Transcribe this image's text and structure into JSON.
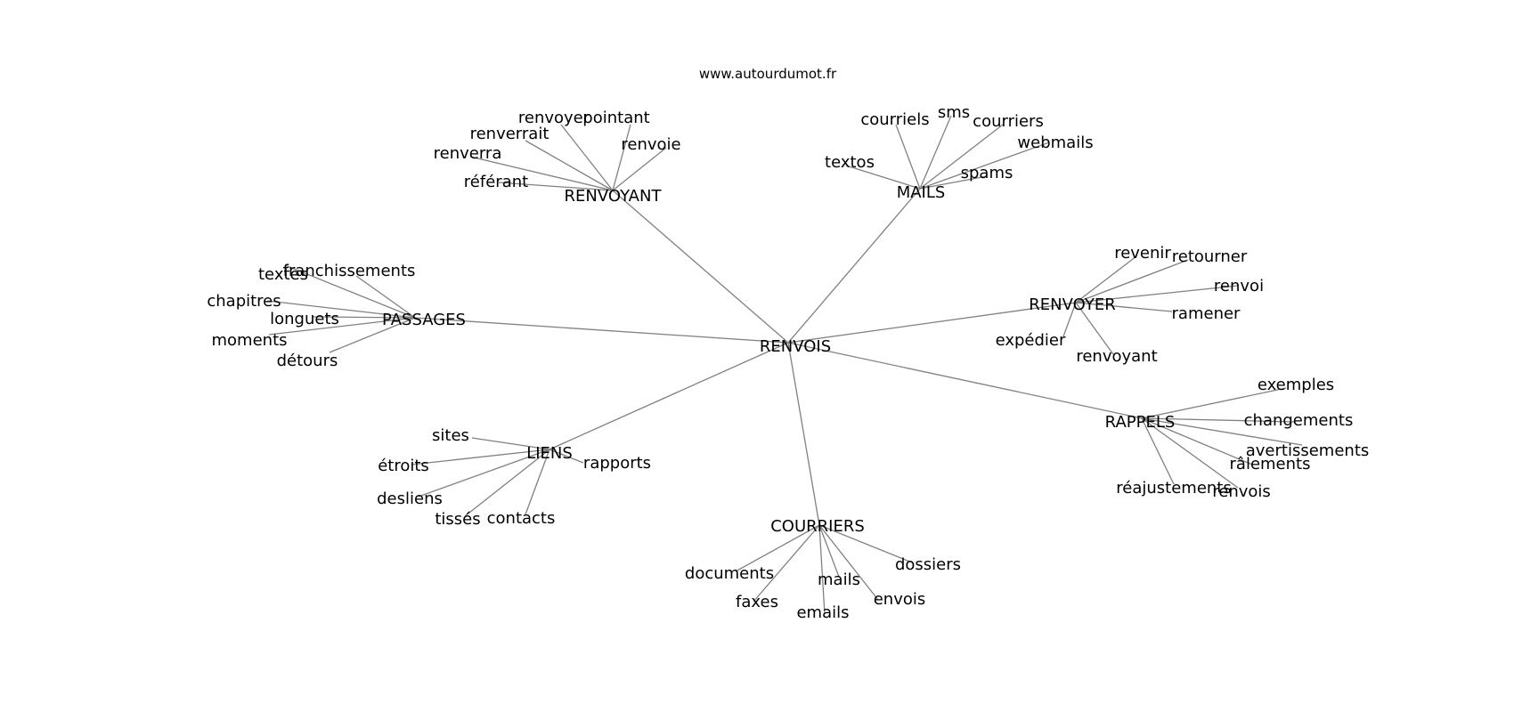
{
  "header": {
    "source": "www.autourdumot.fr"
  },
  "graph": {
    "center": "RENVOIS",
    "groups": [
      {
        "label": "RENVOYANT",
        "words": [
          "renvoyer",
          "pointant",
          "renverrait",
          "renvoie",
          "renverra",
          "référant"
        ]
      },
      {
        "label": "MAILS",
        "words": [
          "courriels",
          "sms",
          "courriers",
          "webmails",
          "textos",
          "spams"
        ]
      },
      {
        "label": "RENVOYER",
        "words": [
          "revenir",
          "retourner",
          "renvoi",
          "ramener",
          "expédier",
          "renvoyant"
        ]
      },
      {
        "label": "PASSAGES",
        "words": [
          "franchissements",
          "textes",
          "chapitres",
          "longuets",
          "moments",
          "détours"
        ]
      },
      {
        "label": "RAPPELS",
        "words": [
          "exemples",
          "changements",
          "avertissements",
          "râlements",
          "réajustements",
          "renvois"
        ]
      },
      {
        "label": "LIENS",
        "words": [
          "sites",
          "étroits",
          "rapports",
          "desliens",
          "tissés",
          "contacts"
        ]
      },
      {
        "label": "COURRIERS",
        "words": [
          "documents",
          "dossiers",
          "mails",
          "faxes",
          "envois",
          "emails"
        ]
      }
    ]
  }
}
